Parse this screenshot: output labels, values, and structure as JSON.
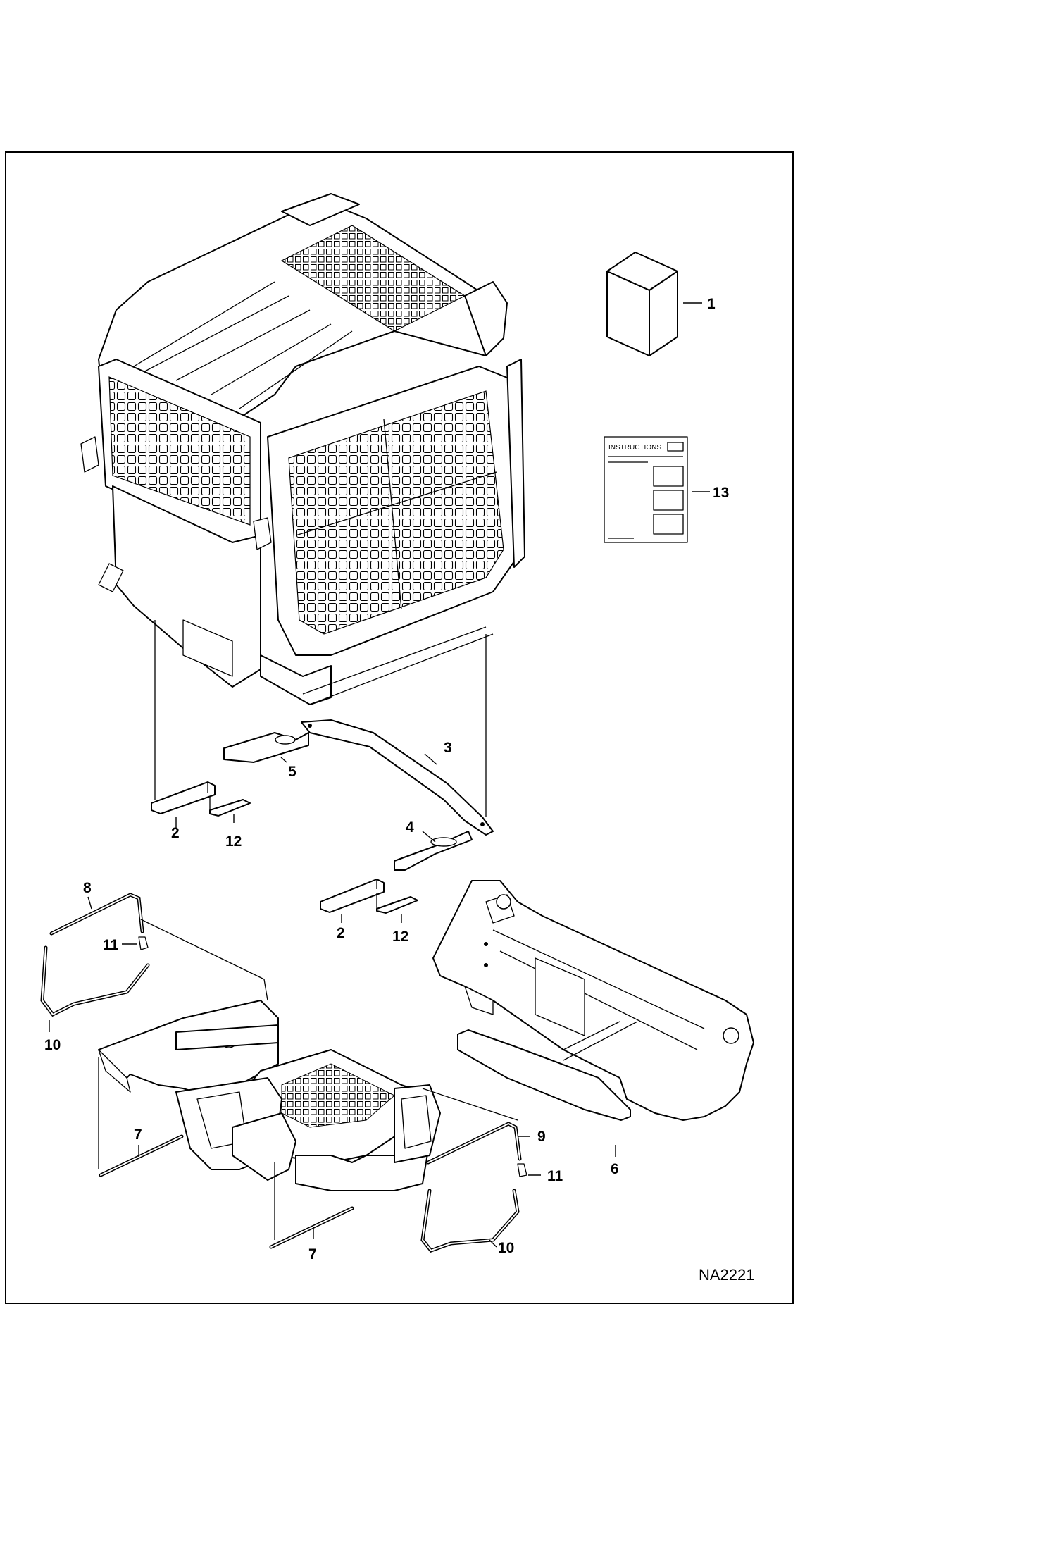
{
  "figure_id": "NA2221",
  "instructions_label": "INSTRUCTIONS",
  "callouts": {
    "c1": "1",
    "c13": "13",
    "c3": "3",
    "c5": "5",
    "c2a": "2",
    "c12a": "12",
    "c4": "4",
    "c2b": "2",
    "c12b": "12",
    "c8": "8",
    "c11a": "11",
    "c10a": "10",
    "c7a": "7",
    "c7b": "7",
    "c9": "9",
    "c11b": "11",
    "c10b": "10",
    "c6": "6"
  }
}
